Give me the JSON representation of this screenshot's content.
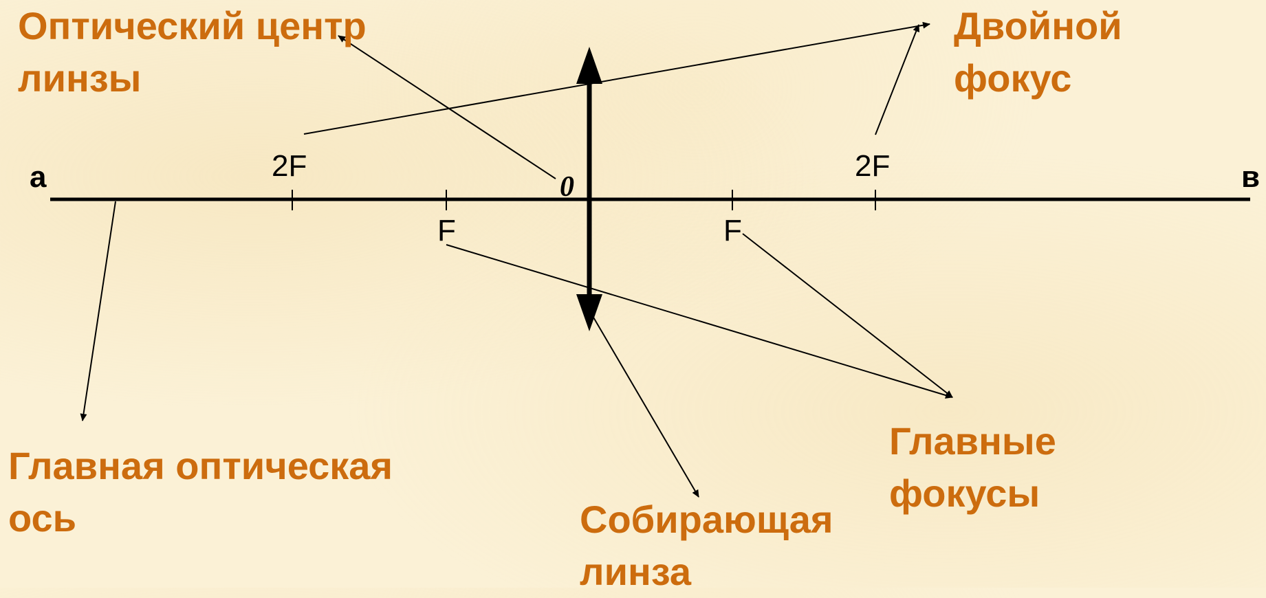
{
  "labels": {
    "optical_center": [
      "Оптический центр",
      "линзы"
    ],
    "double_focus": [
      "Двойной",
      "фокус"
    ],
    "main_axis": [
      "Главная оптическая",
      "ось"
    ],
    "converging_lens": [
      "Собирающая",
      "линза"
    ],
    "main_foci": [
      "Главные",
      "фокусы"
    ]
  },
  "axis": {
    "left_end": "а",
    "right_end": "в",
    "center": "0",
    "left_double_focus": "2F",
    "right_double_focus": "2F",
    "left_focus": "F",
    "right_focus": "F"
  },
  "colors": {
    "label": "#cc6c0e",
    "line": "#000000",
    "background": "#fbf1d6"
  }
}
